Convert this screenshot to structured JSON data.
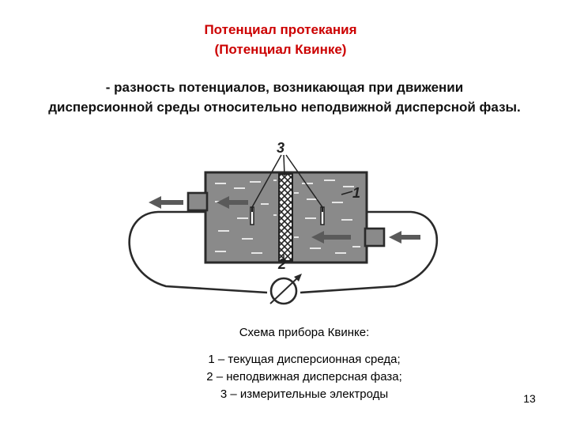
{
  "title": {
    "line1": "Потенциал протекания",
    "line2": "(Потенциал Квинке)"
  },
  "definition": {
    "line1": "- разность потенциалов, возникающая при движении",
    "line2": "дисперсионной среды относительно неподвижной дисперсной фазы."
  },
  "diagram": {
    "label_1": "1",
    "label_2": "2",
    "label_3": "3",
    "colors": {
      "liquid": "#8a8a8a",
      "outline": "#2a2a2a",
      "arrow": "#5a5a5a",
      "background": "#ffffff"
    }
  },
  "caption": {
    "heading": "Схема прибора Квинке:",
    "legend": [
      "1 – текущая дисперсионная среда;",
      "2 – неподвижная дисперсная фаза;",
      "3 – измерительные электроды"
    ]
  },
  "page_number": "13"
}
